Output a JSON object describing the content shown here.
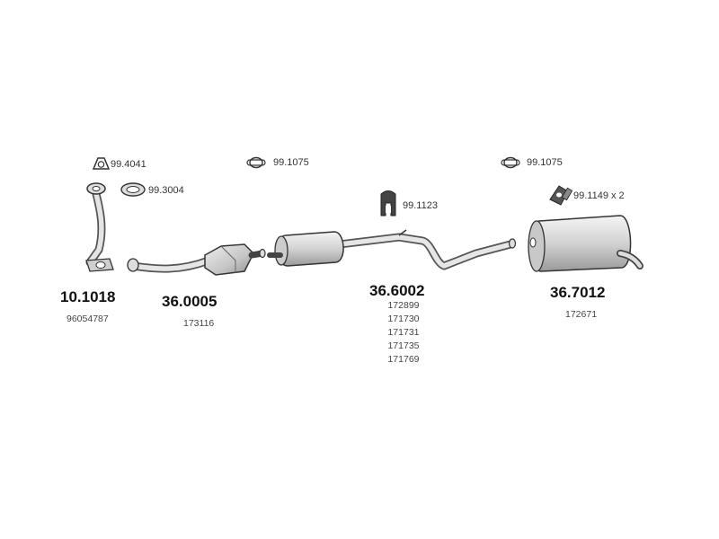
{
  "accessories": {
    "a1": "99.4041",
    "a2": "99.3004",
    "a3": "99.1075",
    "a4": "99.1123",
    "a5": "99.1075",
    "a6": "99.1149 x 2"
  },
  "parts": [
    {
      "number": "10.1018",
      "refs": [
        "96054787"
      ]
    },
    {
      "number": "36.0005",
      "refs": [
        "173116"
      ]
    },
    {
      "number": "36.6002",
      "refs": [
        "172899",
        "171730",
        "171731",
        "171735",
        "171769"
      ]
    },
    {
      "number": "36.7012",
      "refs": [
        "172671"
      ]
    }
  ]
}
